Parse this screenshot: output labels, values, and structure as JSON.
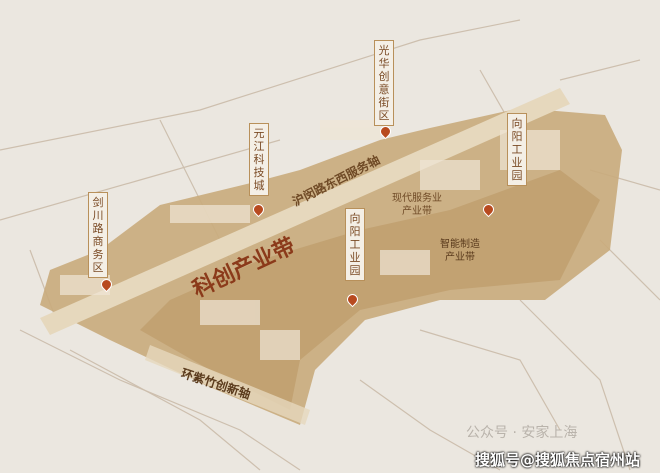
{
  "labels": {
    "guanghua": "光华创意街区",
    "yuanjiang": "元江科技城",
    "jianchuan": "剑川路商务区",
    "xiangyang_east": "向阳工业园",
    "xiangyang_center": "向阳工业园",
    "humin_axis": "沪闵路东西服务轴",
    "modern_service_1": "现代服务业",
    "modern_service_2": "产业带",
    "smart_mfg_1": "智能制造",
    "smart_mfg_2": "产业带",
    "kechuang": "科创产业带",
    "zizhu_axis": "环紫竹创新轴"
  },
  "watermarks": {
    "wechat": "公众号 · 安家上海",
    "sohu": "搜狐号@搜狐焦点宿州站"
  },
  "colors": {
    "zone": "#c9ab7c",
    "band": "#e3d3b6",
    "accent": "#8b3a1a"
  }
}
